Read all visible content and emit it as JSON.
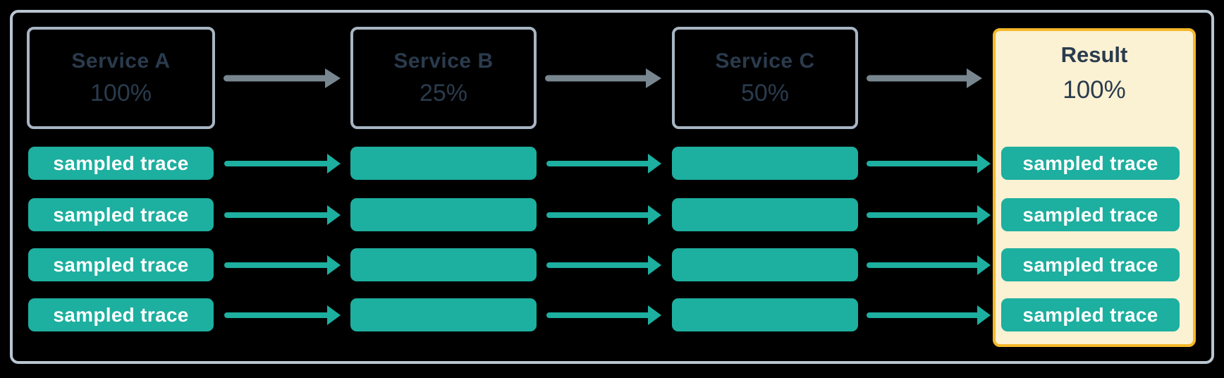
{
  "diagram": {
    "services": [
      {
        "name": "Service A",
        "rate": "100%"
      },
      {
        "name": "Service B",
        "rate": "25%"
      },
      {
        "name": "Service C",
        "rate": "50%"
      }
    ],
    "result": {
      "name": "Result",
      "rate": "100%"
    },
    "traces": {
      "source": [
        "sampled trace",
        "sampled trace",
        "sampled trace",
        "sampled trace"
      ],
      "result": [
        "sampled trace",
        "sampled trace",
        "sampled trace",
        "sampled trace"
      ]
    }
  },
  "colors": {
    "page_bg": "#000000",
    "teal": "#1DAF9F",
    "arrow_gray": "#78868F",
    "outer_border": "#BAC6D1",
    "box_border": "#A8B5C3",
    "result_bg": "#FBF1D3",
    "result_border": "#F5B829",
    "text_dark": "#2A3B4D",
    "trace_text": "#FFFFFF"
  }
}
